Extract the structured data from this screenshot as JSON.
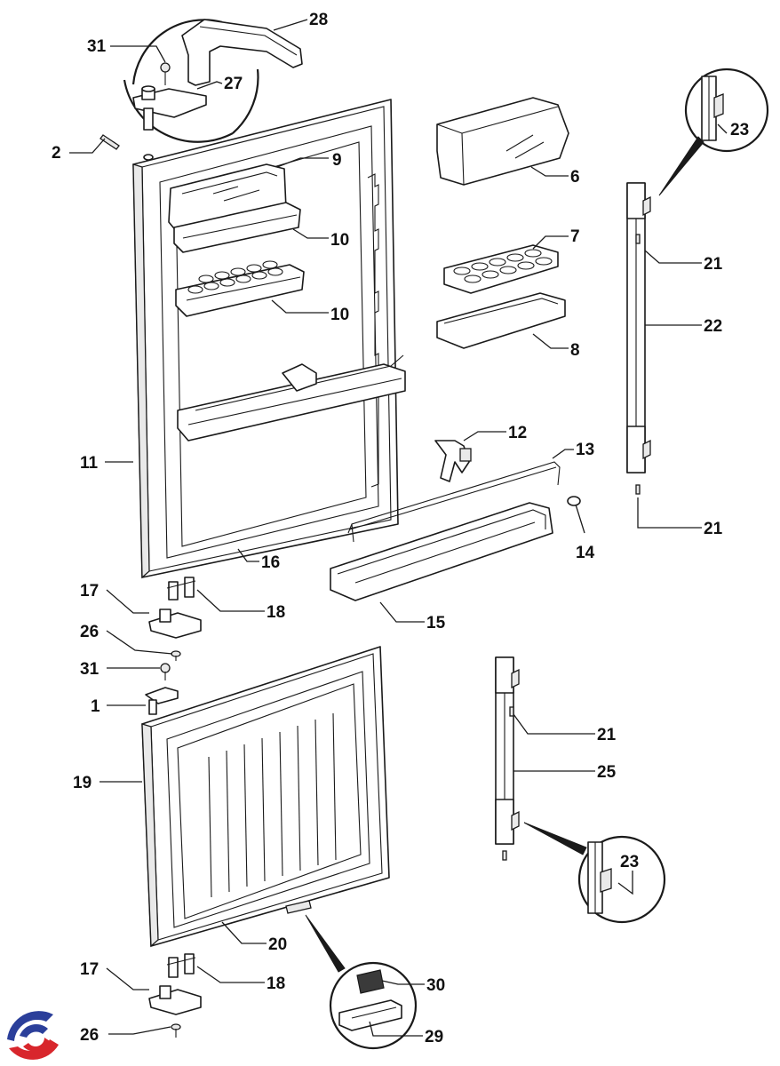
{
  "callouts": [
    {
      "id": "c28",
      "label": "28"
    },
    {
      "id": "c31a",
      "label": "31"
    },
    {
      "id": "c27",
      "label": "27"
    },
    {
      "id": "c2",
      "label": "2"
    },
    {
      "id": "c9",
      "label": "9"
    },
    {
      "id": "c6",
      "label": "6"
    },
    {
      "id": "c10a",
      "label": "10"
    },
    {
      "id": "c7",
      "label": "7"
    },
    {
      "id": "c10b",
      "label": "10"
    },
    {
      "id": "c8",
      "label": "8"
    },
    {
      "id": "c23a",
      "label": "23"
    },
    {
      "id": "c21a",
      "label": "21"
    },
    {
      "id": "c22",
      "label": "22"
    },
    {
      "id": "c12",
      "label": "12"
    },
    {
      "id": "c13",
      "label": "13"
    },
    {
      "id": "c11",
      "label": "11"
    },
    {
      "id": "c14",
      "label": "14"
    },
    {
      "id": "c21b",
      "label": "21"
    },
    {
      "id": "c16",
      "label": "16"
    },
    {
      "id": "c17a",
      "label": "17"
    },
    {
      "id": "c18a",
      "label": "18"
    },
    {
      "id": "c15",
      "label": "15"
    },
    {
      "id": "c26a",
      "label": "26"
    },
    {
      "id": "c31b",
      "label": "31"
    },
    {
      "id": "c1",
      "label": "1"
    },
    {
      "id": "c21c",
      "label": "21"
    },
    {
      "id": "c19",
      "label": "19"
    },
    {
      "id": "c25",
      "label": "25"
    },
    {
      "id": "c23b",
      "label": "23"
    },
    {
      "id": "c20",
      "label": "20"
    },
    {
      "id": "c17b",
      "label": "17"
    },
    {
      "id": "c18b",
      "label": "18"
    },
    {
      "id": "c30",
      "label": "30"
    },
    {
      "id": "c26b",
      "label": "26"
    },
    {
      "id": "c29",
      "label": "29"
    }
  ],
  "logo": {
    "icon": "brand-swirl-icon",
    "colors": [
      "#2b3f9a",
      "#d8262c"
    ]
  }
}
